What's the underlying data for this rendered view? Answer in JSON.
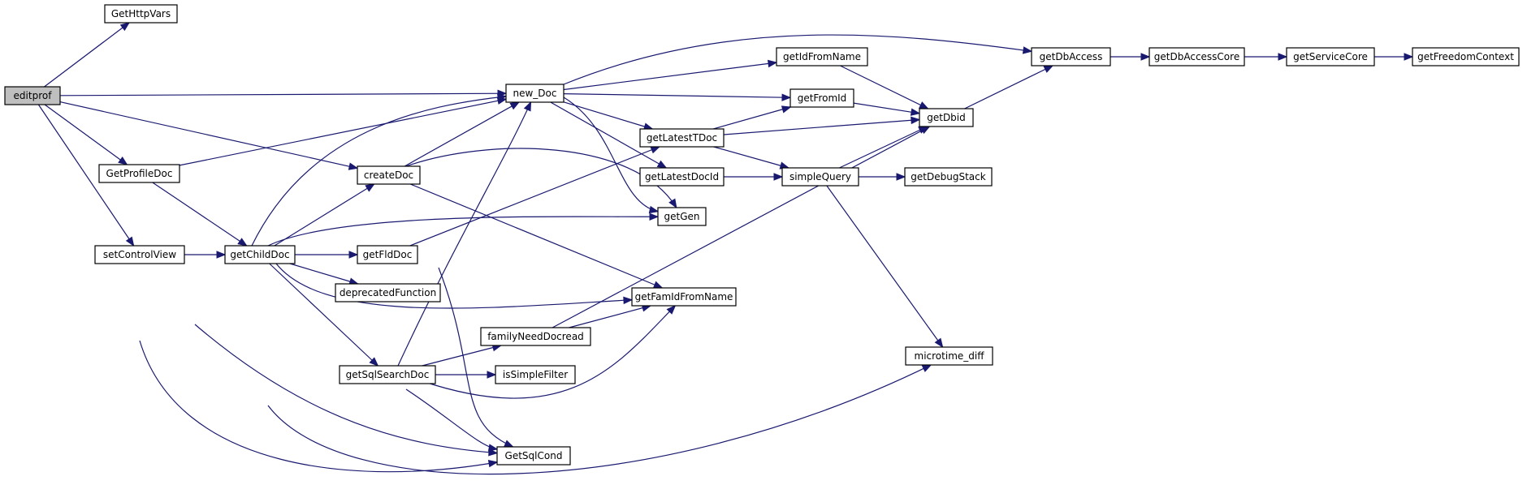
{
  "graph": {
    "nodes": {
      "editprof": "editprof",
      "GetHttpVars": "GetHttpVars",
      "GetProfileDoc": "GetProfileDoc",
      "setControlView": "setControlView",
      "getChildDoc": "getChildDoc",
      "new_Doc": "new_Doc",
      "createDoc": "createDoc",
      "getFldDoc": "getFldDoc",
      "deprecatedFunction": "deprecatedFunction",
      "getSqlSearchDoc": "getSqlSearchDoc",
      "familyNeedDocread": "familyNeedDocread",
      "isSimpleFilter": "isSimpleFilter",
      "GetSqlCond": "GetSqlCond",
      "getIdFromName": "getIdFromName",
      "getFromId": "getFromId",
      "getLatestTDoc": "getLatestTDoc",
      "getLatestDocId": "getLatestDocId",
      "getGen": "getGen",
      "getFamIdFromName": "getFamIdFromName",
      "getDbAccess": "getDbAccess",
      "getDbid": "getDbid",
      "simpleQuery": "simpleQuery",
      "getDebugStack": "getDebugStack",
      "microtime_diff": "microtime_diff",
      "getDbAccessCore": "getDbAccessCore",
      "getServiceCore": "getServiceCore",
      "getFreedomContext": "getFreedomContext"
    },
    "edges": [
      [
        "editprof",
        "GetHttpVars"
      ],
      [
        "editprof",
        "new_Doc"
      ],
      [
        "editprof",
        "createDoc"
      ],
      [
        "editprof",
        "GetProfileDoc"
      ],
      [
        "editprof",
        "setControlView"
      ],
      [
        "GetProfileDoc",
        "new_Doc"
      ],
      [
        "GetProfileDoc",
        "getChildDoc"
      ],
      [
        "GetProfileDoc",
        "GetSqlCond"
      ],
      [
        "setControlView",
        "getChildDoc"
      ],
      [
        "setControlView",
        "GetSqlCond"
      ],
      [
        "getChildDoc",
        "new_Doc"
      ],
      [
        "getChildDoc",
        "createDoc"
      ],
      [
        "getChildDoc",
        "getGen"
      ],
      [
        "getChildDoc",
        "getFldDoc"
      ],
      [
        "getChildDoc",
        "deprecatedFunction"
      ],
      [
        "getChildDoc",
        "getFamIdFromName"
      ],
      [
        "getChildDoc",
        "getSqlSearchDoc"
      ],
      [
        "getChildDoc",
        "microtime_diff"
      ],
      [
        "createDoc",
        "new_Doc"
      ],
      [
        "createDoc",
        "getGen"
      ],
      [
        "createDoc",
        "getFamIdFromName"
      ],
      [
        "getFldDoc",
        "getLatestTDoc"
      ],
      [
        "getFldDoc",
        "GetSqlCond"
      ],
      [
        "getSqlSearchDoc",
        "new_Doc"
      ],
      [
        "getSqlSearchDoc",
        "familyNeedDocread"
      ],
      [
        "getSqlSearchDoc",
        "isSimpleFilter"
      ],
      [
        "getSqlSearchDoc",
        "GetSqlCond"
      ],
      [
        "getSqlSearchDoc",
        "getFamIdFromName"
      ],
      [
        "familyNeedDocread",
        "getFamIdFromName"
      ],
      [
        "familyNeedDocread",
        "getDbid"
      ],
      [
        "new_Doc",
        "getDbAccess"
      ],
      [
        "new_Doc",
        "getIdFromName"
      ],
      [
        "new_Doc",
        "getFromId"
      ],
      [
        "new_Doc",
        "getLatestTDoc"
      ],
      [
        "new_Doc",
        "getLatestDocId"
      ],
      [
        "new_Doc",
        "getGen"
      ],
      [
        "getIdFromName",
        "getDbid"
      ],
      [
        "getFromId",
        "getDbid"
      ],
      [
        "getLatestTDoc",
        "getFromId"
      ],
      [
        "getLatestTDoc",
        "getDbid"
      ],
      [
        "getLatestTDoc",
        "simpleQuery"
      ],
      [
        "getLatestDocId",
        "simpleQuery"
      ],
      [
        "simpleQuery",
        "getDbid"
      ],
      [
        "simpleQuery",
        "getDebugStack"
      ],
      [
        "simpleQuery",
        "microtime_diff"
      ],
      [
        "getDbid",
        "getDbAccess"
      ],
      [
        "getDbAccess",
        "getDbAccessCore"
      ],
      [
        "getDbAccessCore",
        "getServiceCore"
      ],
      [
        "getServiceCore",
        "getFreedomContext"
      ]
    ]
  },
  "colors": {
    "edge": "#191970",
    "node_border": "#000000",
    "root_fill": "#bfbfbf",
    "node_fill": "#ffffff",
    "background": "#ffffff"
  }
}
